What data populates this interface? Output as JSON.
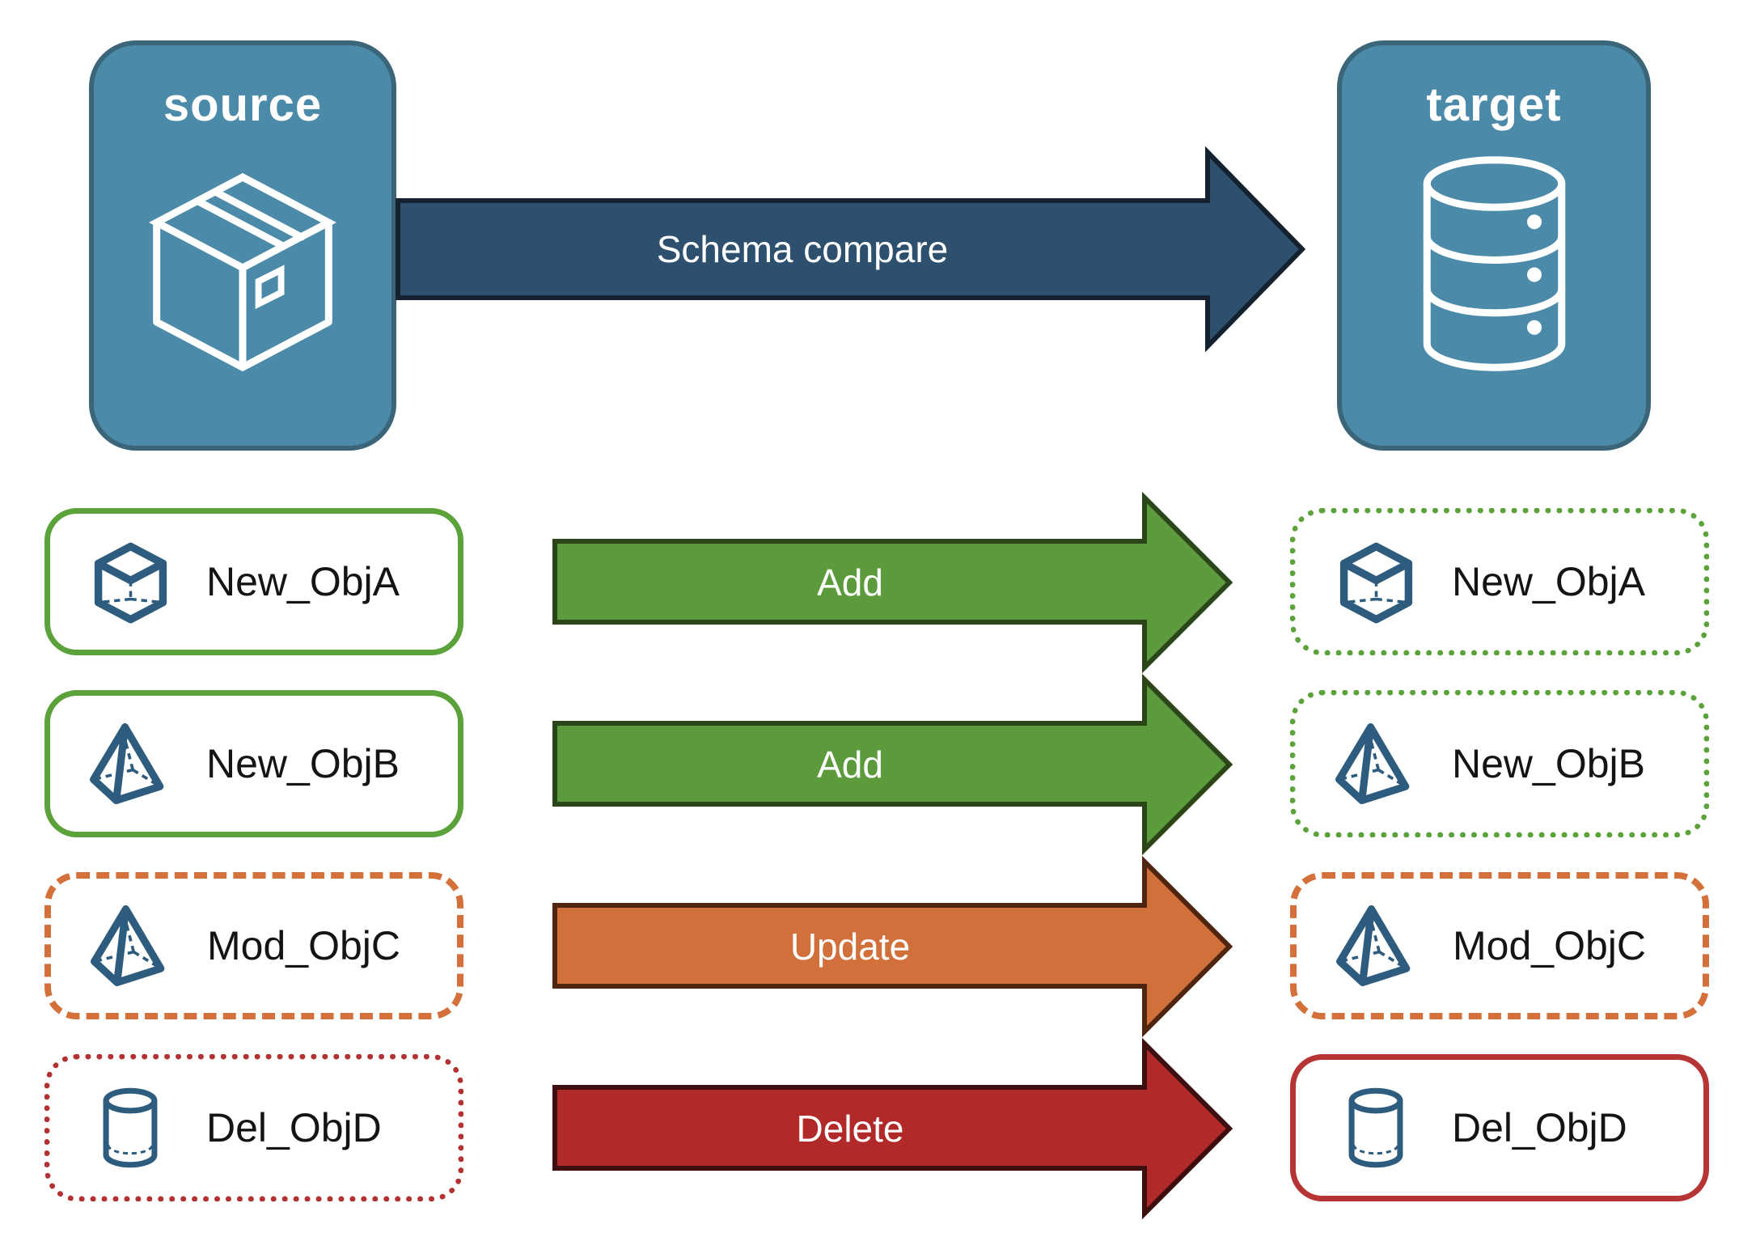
{
  "nodes": {
    "source": {
      "label": "source",
      "icon": "package-icon"
    },
    "target": {
      "label": "target",
      "icon": "database-icon"
    }
  },
  "main_arrow": {
    "label": "Schema compare"
  },
  "rows": [
    {
      "object": "New_ObjA",
      "icon": "cube-icon",
      "action": "Add",
      "source_card_border": "solid-green",
      "target_card_border": "dotted-green",
      "accent_color": "#5CA23A",
      "arrow_fill": "#5B9B3C"
    },
    {
      "object": "New_ObjB",
      "icon": "pyramid-icon",
      "action": "Add",
      "source_card_border": "solid-green",
      "target_card_border": "dotted-green",
      "accent_color": "#5CA23A",
      "arrow_fill": "#5B9B3C"
    },
    {
      "object": "Mod_ObjC",
      "icon": "pyramid-icon",
      "action": "Update",
      "source_card_border": "dashed-orange",
      "target_card_border": "dashed-orange",
      "accent_color": "#D4713B",
      "arrow_fill": "#D1703B"
    },
    {
      "object": "Del_ObjD",
      "icon": "cylinder-icon",
      "action": "Delete",
      "source_card_border": "dotted-red",
      "target_card_border": "solid-red",
      "accent_color": "#B33131",
      "arrow_fill": "#B22929"
    }
  ],
  "colors": {
    "background": "#FFFFFF",
    "node_fill": "#4B8BA9",
    "node_border": "#3B6578",
    "schema_arrow_fill": "#2E506F",
    "schema_arrow_border": "#14222F",
    "add_green": "#5B9B3C",
    "update_orange": "#D1703B",
    "delete_red": "#B22929",
    "object_icon_stroke": "#2D5C7E",
    "label_text": "#141414"
  }
}
